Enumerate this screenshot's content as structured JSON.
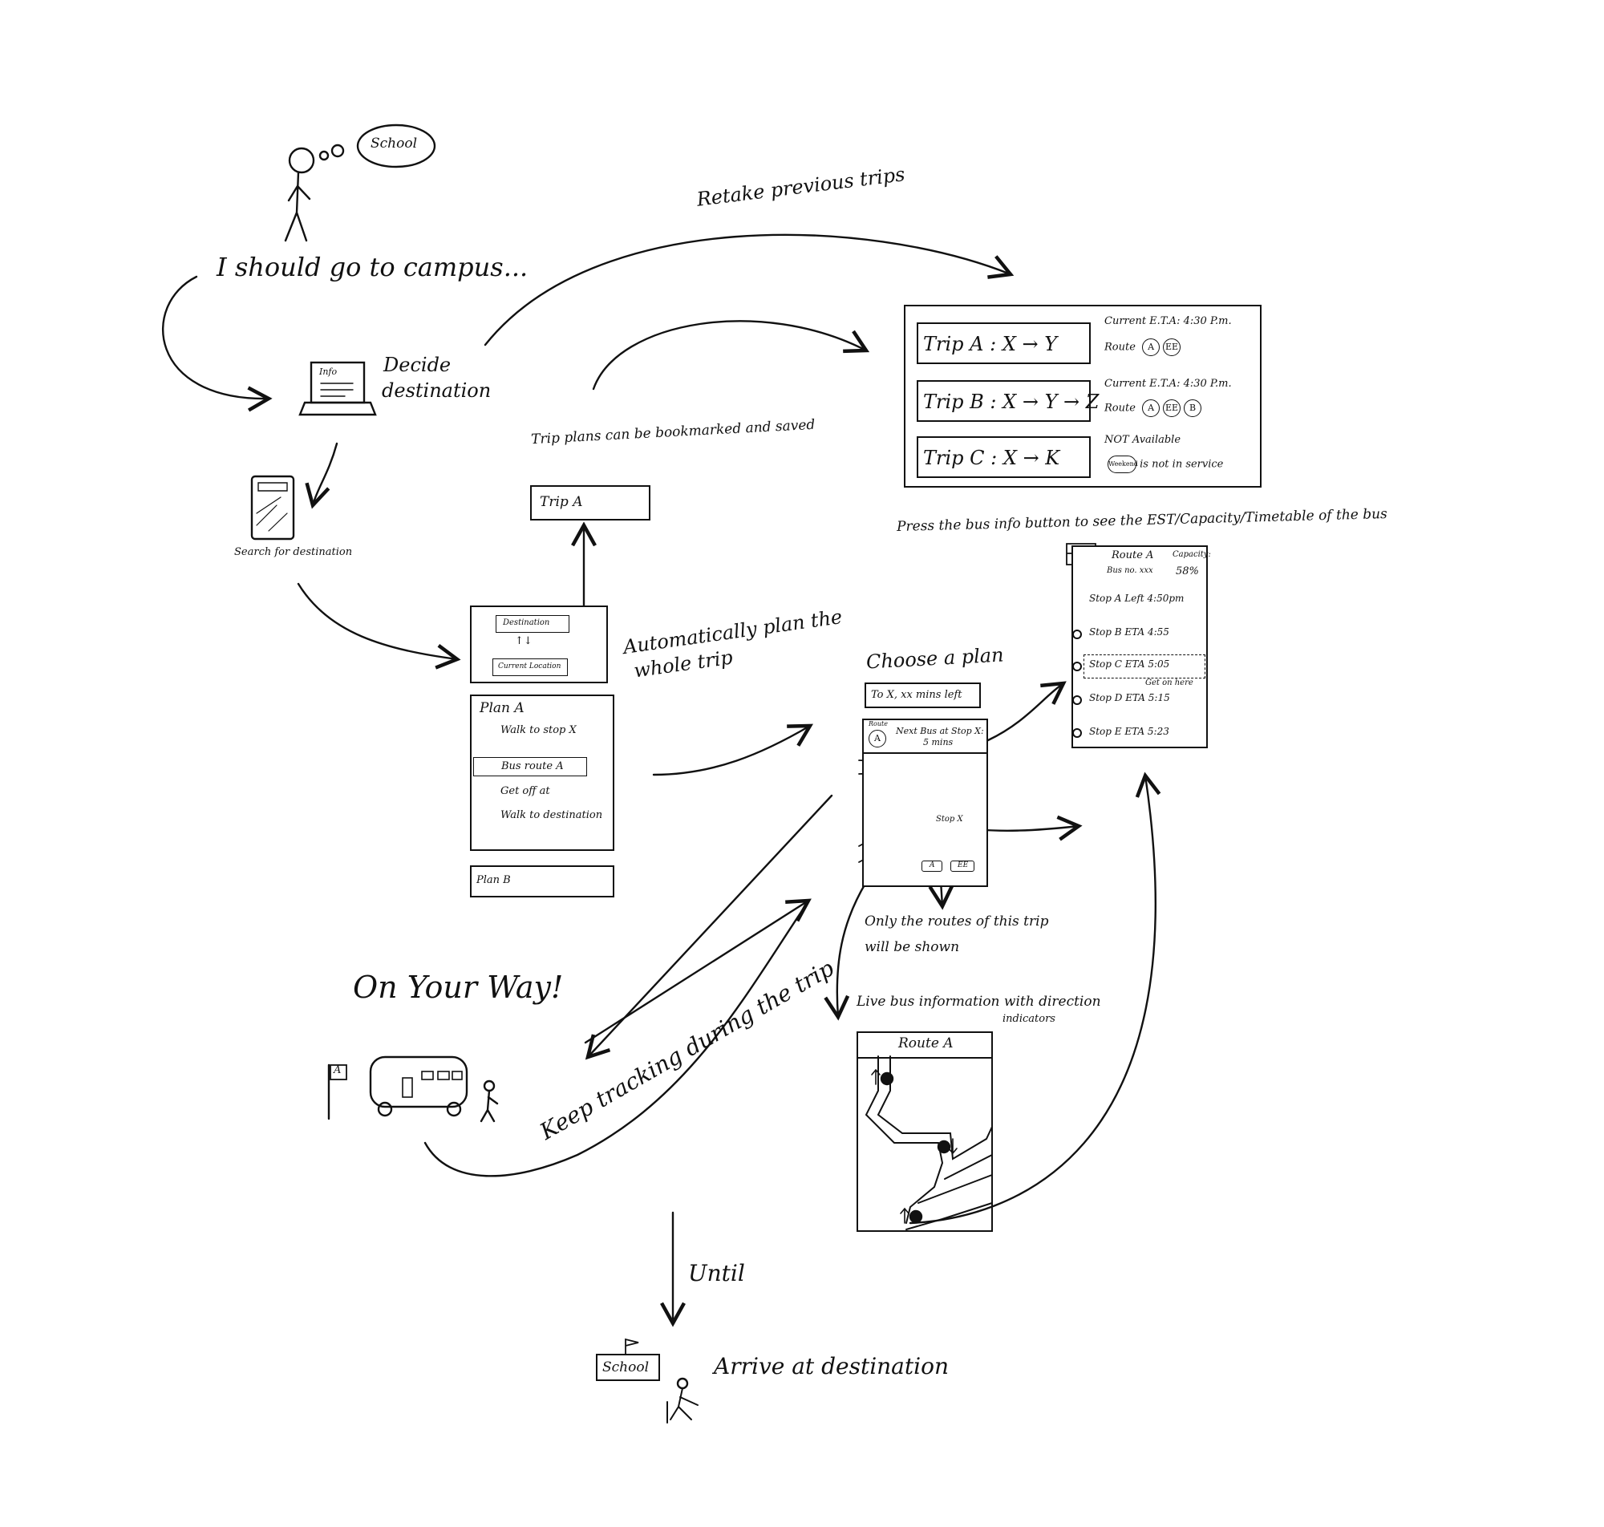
{
  "thought_bubble": "School",
  "intro_text": "I should go to campus...",
  "laptop": {
    "screen_label": "Info",
    "caption": [
      "Decide",
      "destination"
    ]
  },
  "search_caption": "Search for destination",
  "retake_label": "Retake previous trips",
  "bookmark_caption": "Trip plans can be bookmarked and saved",
  "bookmark_card": {
    "label": "Trip A"
  },
  "saved_trips": [
    {
      "label": "Trip A : X → Y",
      "status": "Current  E.T.A: 4:30 P.m.",
      "route_prefix": "Route",
      "routes": [
        "A",
        "EE"
      ]
    },
    {
      "label": "Trip B : X → Y → Z",
      "status": "Current  E.T.A: 4:30 P.m.",
      "route_prefix": "Route",
      "routes": [
        "A",
        "EE",
        "B"
      ]
    },
    {
      "label": "Trip C : X → K",
      "status": "NOT Available",
      "route_prefix": "",
      "routes": [
        "Weekend"
      ],
      "suffix": "is not in service"
    }
  ],
  "bus_info_caption": "Press the bus info button to see the EST/Capacity/Timetable of the bus",
  "route_card": {
    "title": "Route A",
    "bus_no": "Bus no. xxx",
    "capacity_label": "Capacity:",
    "capacity_value": "58%",
    "stops": [
      {
        "label": "Stop A   Left 4:50pm"
      },
      {
        "label": "Stop B   ETA 4:55"
      },
      {
        "label": "Stop C   ETA 5:05"
      },
      {
        "label": "Stop D   ETA 5:15"
      },
      {
        "label": "Stop E   ETA 5:23"
      }
    ],
    "get_on_note": "Get on here"
  },
  "planner": {
    "destination": "Destination",
    "swap": "↑↓",
    "current_location": "Current Location"
  },
  "auto_plan_caption": [
    "Automatically plan the",
    "whole trip"
  ],
  "plan_a": {
    "title": "Plan A",
    "steps": [
      "Walk to stop X",
      "Bus route A",
      "Get off at",
      "Walk to destination"
    ]
  },
  "plan_b": {
    "title": "Plan B"
  },
  "choose_caption": "Choose a plan",
  "choose_phone": {
    "header": "To X, xx mins left",
    "route_tag": "Route",
    "route_letter": "A",
    "next_bus": [
      "Next Bus at Stop X:",
      "5 mins"
    ],
    "stop_label": "Stop X",
    "chips": [
      "A",
      "EE"
    ]
  },
  "routes_note": [
    "Only the routes of this trip",
    "will be shown"
  ],
  "live_caption": [
    "Live bus information with direction",
    "indicators"
  ],
  "live_map": {
    "title": "Route A"
  },
  "on_your_way": "On Your Way!",
  "bus_stop_flag": "A",
  "keep_tracking": "Keep tracking during the trip",
  "until": "Until",
  "school_sign": "School",
  "arrive_caption": "Arrive at destination"
}
